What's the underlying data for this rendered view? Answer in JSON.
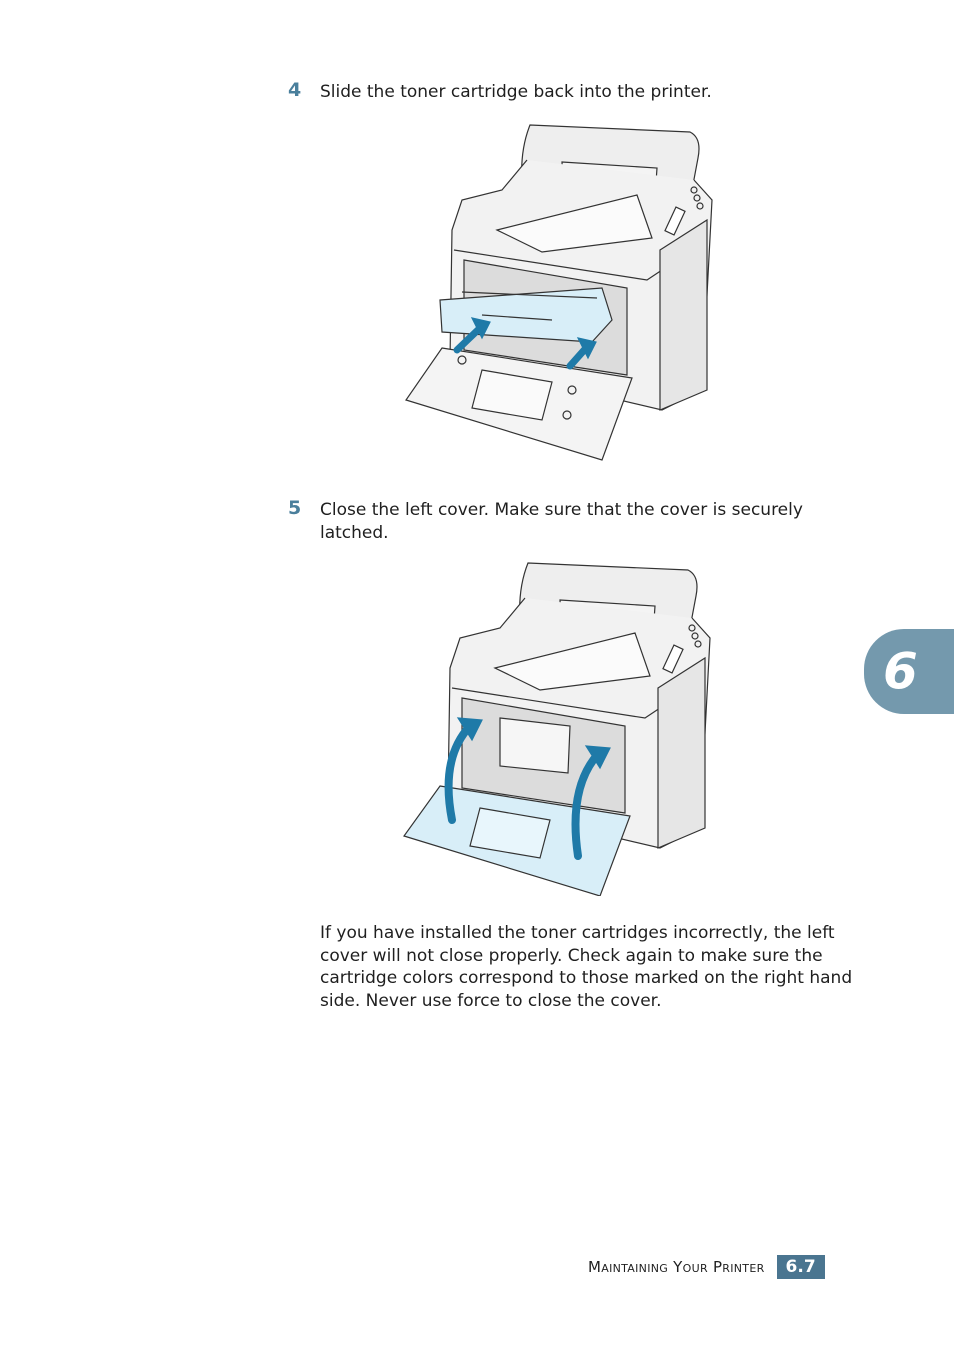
{
  "steps": [
    {
      "number": "4",
      "text": "Slide the toner cartridge back into the printer.",
      "figure": "printer-insert-toner-cartridge-illustration"
    },
    {
      "number": "5",
      "text": "Close the left cover. Make sure that the cover is securely latched.",
      "figure": "printer-close-left-cover-illustration"
    }
  ],
  "note": "If you have installed the toner cartridges incorrectly, the left cover will not close properly. Check again to make sure the cartridge colors correspond to those marked on the right hand side. Never use force to close the cover.",
  "chapter_tab": {
    "number": "6"
  },
  "footer": {
    "section_title": "Maintaining Your Printer",
    "page_number": "6.7"
  },
  "colors": {
    "step_number": "#4a7f9c",
    "chapter_tab": "#7499ad",
    "page_badge": "#4a7590",
    "highlight_fill": "#d8eef8",
    "arrow": "#1f7aa8"
  }
}
